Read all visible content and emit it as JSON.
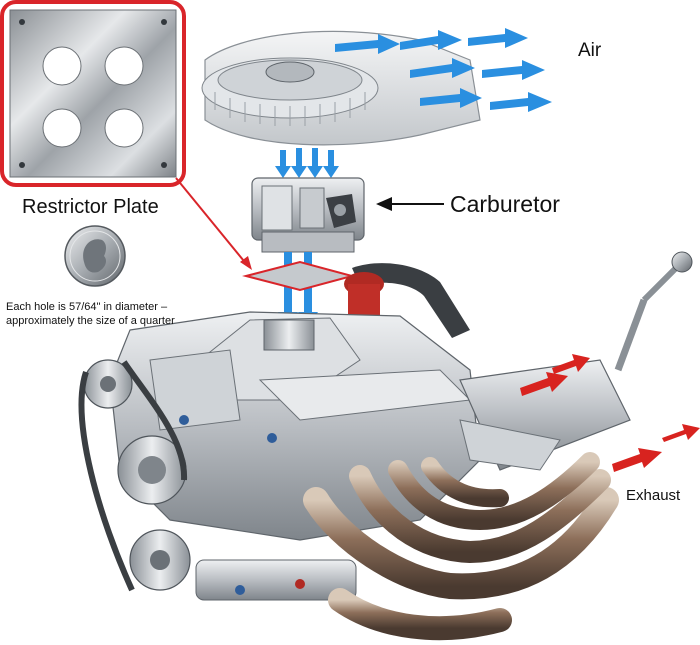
{
  "labels": {
    "air": "Air",
    "carburetor": "Carburetor",
    "restrictor_plate": "Restrictor Plate",
    "exhaust": "Exhaust",
    "note_line1": "Each hole is 57/64\" in diameter –",
    "note_line2": "approximately the size of a quarter"
  },
  "colors": {
    "callout_red": "#d9252a",
    "air_arrow": "#2a8fe0",
    "exhaust_arrow": "#d8231f",
    "metal": "#c9ccd0",
    "header_pipe": "#9a7d68"
  },
  "icons": {
    "plate_callout": "restrictor-plate-icon",
    "quarter": "quarter-coin-icon"
  }
}
